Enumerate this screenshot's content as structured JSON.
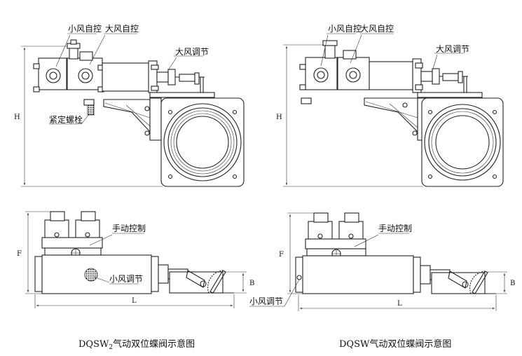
{
  "left_diagram": {
    "labels": {
      "small_air_control": "小风自控",
      "large_air_control": "大风自控",
      "large_air_adjust": "大风调节",
      "locking_bolt": "紧定螺栓",
      "manual_control": "手动控制",
      "small_air_adjust": "小风调节"
    },
    "dims": {
      "h": "H",
      "f": "F",
      "b": "B",
      "l": "L"
    },
    "caption_main": "DQSW",
    "caption_sub": "2",
    "caption_rest": "气动双位蝶阀示意图"
  },
  "right_diagram": {
    "labels": {
      "small_air_control": "小风自控",
      "large_air_control": "大风自控",
      "large_air_adjust": "大风调节",
      "manual_control": "手动控制",
      "small_air_adjust": "小风调节"
    },
    "dims": {
      "h": "H",
      "f": "F",
      "b": "B",
      "l": "L"
    },
    "caption": "DQSW气动双位蝶阀示意图"
  }
}
